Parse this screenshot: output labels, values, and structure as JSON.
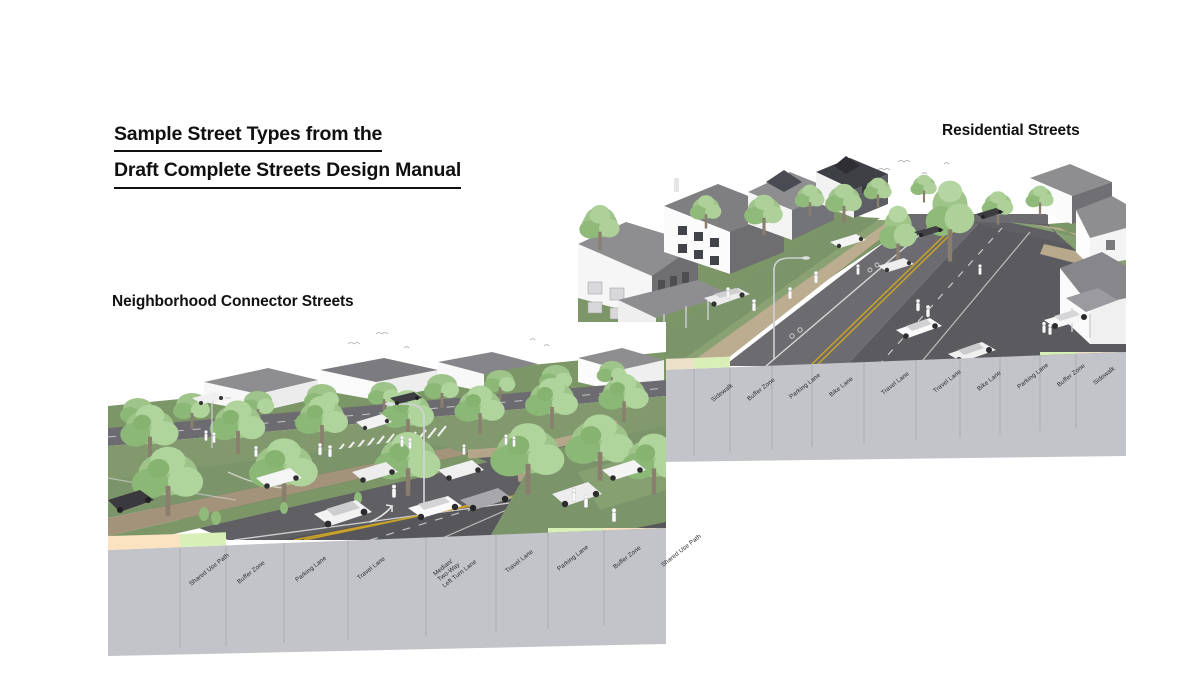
{
  "slide": {
    "title_line1": "Sample Street Types from the",
    "title_line2": "Draft Complete Streets Design Manual",
    "background": "#ffffff"
  },
  "panels": [
    {
      "id": "residential",
      "title": "Residential Streets",
      "description": "3D aerial rendering of a two-way residential street lined with detached houses, mature street trees, grass lawns, on-street parked cars, bike lanes and pedestrians on both sidewalks.",
      "cross_section": {
        "band_color": "#c2c4c9",
        "segments": [
          {
            "label": "Sidewalk",
            "color": "#ece0c8"
          },
          {
            "label": "Buffer Zone",
            "color": "#d8f0b8"
          },
          {
            "label": "Parking Lane",
            "color": "#c9cbd0"
          },
          {
            "label": "Bike Lane",
            "color": "#c9cbd0"
          },
          {
            "label": "Travel Lane",
            "color": "#c9cbd0"
          },
          {
            "label": "Travel Lane",
            "color": "#c9cbd0"
          },
          {
            "label": "Bike Lane",
            "color": "#c9cbd0"
          },
          {
            "label": "Parking Lane",
            "color": "#c9cbd0"
          },
          {
            "label": "Buffer Zone",
            "color": "#d8f0b8"
          },
          {
            "label": "Sidewalk",
            "color": "#ece0c8"
          }
        ]
      }
    },
    {
      "id": "neighborhood-connector",
      "title": "Neighborhood Connector Streets",
      "description": "3D aerial rendering of a neighborhood connector street with a center two-way left turn lane, marked crosswalk at an intersection, on-street parking, wide planted buffers with street trees and shared use paths on both sides.",
      "cross_section": {
        "band_color": "#c2c4c9",
        "segments": [
          {
            "label": "Shared Use Path",
            "color": "#fbe2c0"
          },
          {
            "label": "Buffer Zone",
            "color": "#d8f0b8"
          },
          {
            "label": "Parking Lane",
            "color": "#c9cbd0"
          },
          {
            "label": "Travel Lane",
            "color": "#c9cbd0"
          },
          {
            "label": "Median/\nTwo-Way\nLeft Turn Lane",
            "color": "#c9cbd0"
          },
          {
            "label": "Travel Lane",
            "color": "#c9cbd0"
          },
          {
            "label": "Parking Lane",
            "color": "#c9cbd0"
          },
          {
            "label": "Buffer Zone",
            "color": "#d8f0b8"
          },
          {
            "label": "Shared Use Path",
            "color": "#fbe2c0"
          }
        ]
      }
    }
  ],
  "palette": {
    "asphalt_dark": "#4a4a4d",
    "asphalt_mid": "#5c5c60",
    "asphalt_light": "#75757a",
    "lawn_green": "#6f8a5d",
    "lawn_green_light": "#8aa173",
    "tree_canopy": "#9ec48a",
    "tree_canopy_dark": "#7fa86b",
    "tree_trunk": "#8a7f6e",
    "path_tan": "#b8a88c",
    "house_white": "#fbfbfb",
    "roof_gray": "#8e8e91",
    "roof_gray_dark": "#6b6b6e",
    "car_white": "#ededed",
    "car_dark": "#3c3c3e",
    "stripe_yellow": "#c9a227",
    "stripe_white": "#f2f2f2",
    "band_gray": "#c2c4c9",
    "band_line": "#9a9ca2",
    "label_text": "#2a2a2a",
    "title_text": "#101010"
  }
}
